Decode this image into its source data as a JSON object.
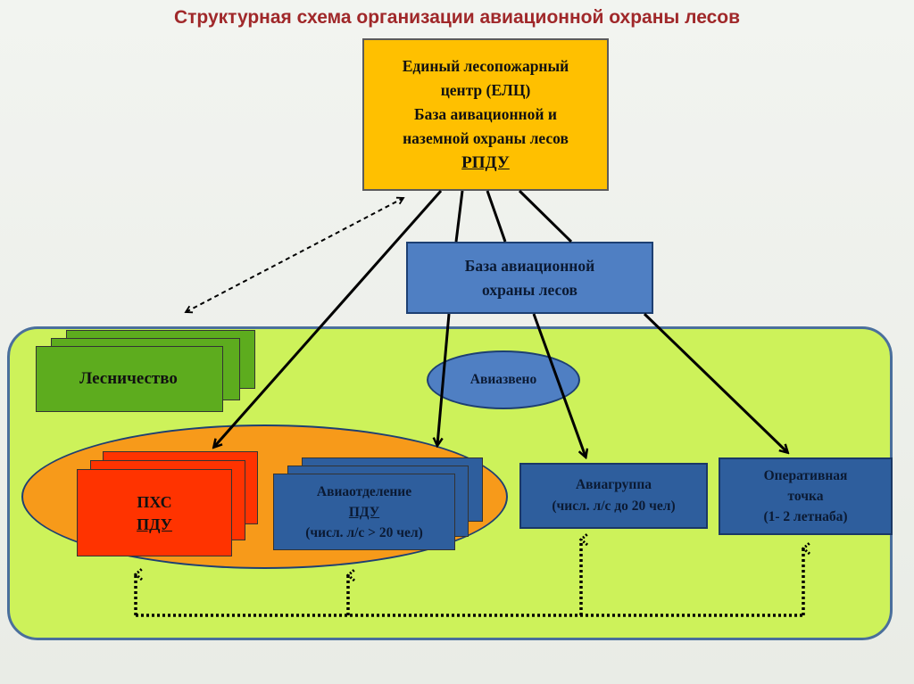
{
  "title": "Структурная схема организации авиационной охраны лесов",
  "elc": {
    "line1": "Единый лесопожарный",
    "line2": "центр (ЕЛЦ)",
    "line3": "База аивационной и",
    "line4": "наземной охраны лесов",
    "line5": "РПДУ"
  },
  "base": {
    "line1": "База авиационной",
    "line2": "охраны лесов"
  },
  "avizveno": "Авиазвено",
  "lesnichestvo": "Лесничество",
  "phs": {
    "line1": "ПХС",
    "line2": "ПДУ"
  },
  "aviotdelenie": {
    "line1": "Авиаотделение",
    "line2": "ПДУ",
    "line3": "(числ. л/с > 20 чел)"
  },
  "aviagruppa": {
    "line1": "Авиагруппа",
    "line2": "(числ. л/с до 20 чел)"
  },
  "operativnaya": {
    "line1": "Оперативная",
    "line2": "точка",
    "line3": "(1- 2 летнаба)"
  },
  "colors": {
    "title": "#a0282a",
    "elc": "#ffc000",
    "base": "#4f7fc3",
    "green_area": "#cdf25a",
    "orange": "#f79a1a",
    "red": "#ff3300",
    "lesnichestvo": "#5dac1e",
    "dark_blue": "#2e5e9d"
  }
}
